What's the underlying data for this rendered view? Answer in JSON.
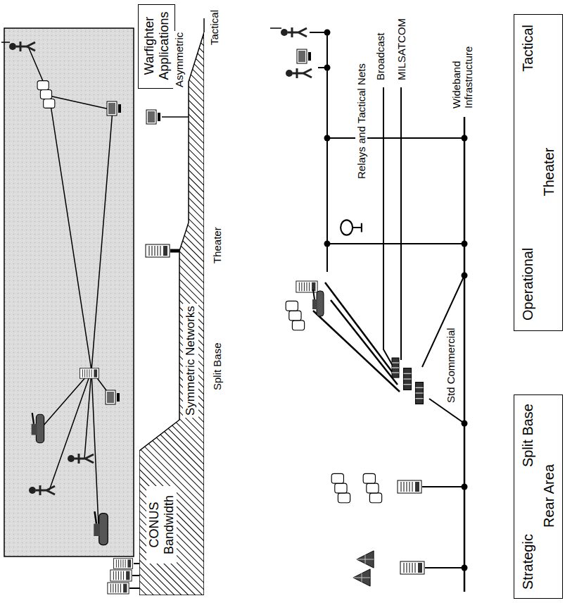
{
  "diagram": {
    "nodes": [
      {
        "text": [
          "Warfighter Applications"
        ]
      },
      {
        "text": [
          "CONUS Bandwidth",
          "Symmetric Networks"
        ]
      },
      {
        "text": [
          "Strategic",
          "Split Base",
          "Rear Area"
        ]
      },
      {
        "text": [
          "Operational",
          "Theater",
          "Tactical"
        ]
      }
    ],
    "labels": [
      "Split Base",
      "Theater",
      "Asymmetric",
      "Tactical",
      "Relays and Tactical Nets",
      "Broadcast",
      "MILSATCOM",
      "Std Commercial",
      "Wideband Infrastructure"
    ]
  }
}
